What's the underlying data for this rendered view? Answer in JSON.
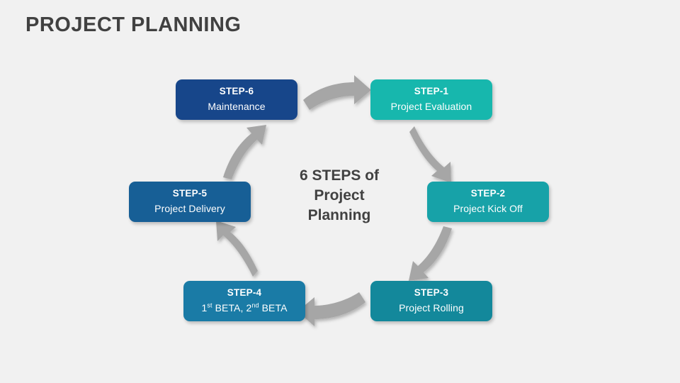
{
  "slide": {
    "title": "PROJECT PLANNING",
    "background_color": "#f1f1f1",
    "title_color": "#414141"
  },
  "center": {
    "line1": "6 STEPS of",
    "line2": "Project",
    "line3": "Planning"
  },
  "diagram": {
    "type": "cycle",
    "arrow_color": "#a6a6a6",
    "direction": "clockwise",
    "steps": [
      {
        "id": "step1",
        "title": "STEP-1",
        "subtitle": "Project Evaluation",
        "color": "#17b7ad",
        "position": "top-right"
      },
      {
        "id": "step2",
        "title": "STEP-2",
        "subtitle": "Project Kick Off",
        "color": "#17a2a8",
        "position": "right"
      },
      {
        "id": "step3",
        "title": "STEP-3",
        "subtitle": "Project Rolling",
        "color": "#13889b",
        "position": "bottom-right"
      },
      {
        "id": "step4",
        "title": "STEP-4",
        "subtitle_parts": {
          "a": "1",
          "a_sup": "st",
          "b": " BETA, 2",
          "b_sup": "nd",
          "c": " BETA"
        },
        "subtitle": "1st BETA, 2nd BETA",
        "color": "#1a7ba6",
        "position": "bottom-left"
      },
      {
        "id": "step5",
        "title": "STEP-5",
        "subtitle": "Project Delivery",
        "color": "#175f96",
        "position": "left"
      },
      {
        "id": "step6",
        "title": "STEP-6",
        "subtitle": "Maintenance",
        "color": "#17468a",
        "position": "top-left"
      }
    ],
    "arrows": [
      {
        "id": "arrow-6-to-1",
        "from": "step6",
        "to": "step1",
        "icon": "curved-arrow-right-icon"
      },
      {
        "id": "arrow-1-to-2",
        "from": "step1",
        "to": "step2",
        "icon": "curved-arrow-down-right-icon"
      },
      {
        "id": "arrow-2-to-3",
        "from": "step2",
        "to": "step3",
        "icon": "curved-arrow-down-left-icon"
      },
      {
        "id": "arrow-3-to-4",
        "from": "step3",
        "to": "step4",
        "icon": "curved-arrow-left-icon"
      },
      {
        "id": "arrow-4-to-5",
        "from": "step4",
        "to": "step5",
        "icon": "curved-arrow-up-left-icon"
      },
      {
        "id": "arrow-5-to-6",
        "from": "step5",
        "to": "step6",
        "icon": "curved-arrow-up-right-icon"
      }
    ]
  }
}
